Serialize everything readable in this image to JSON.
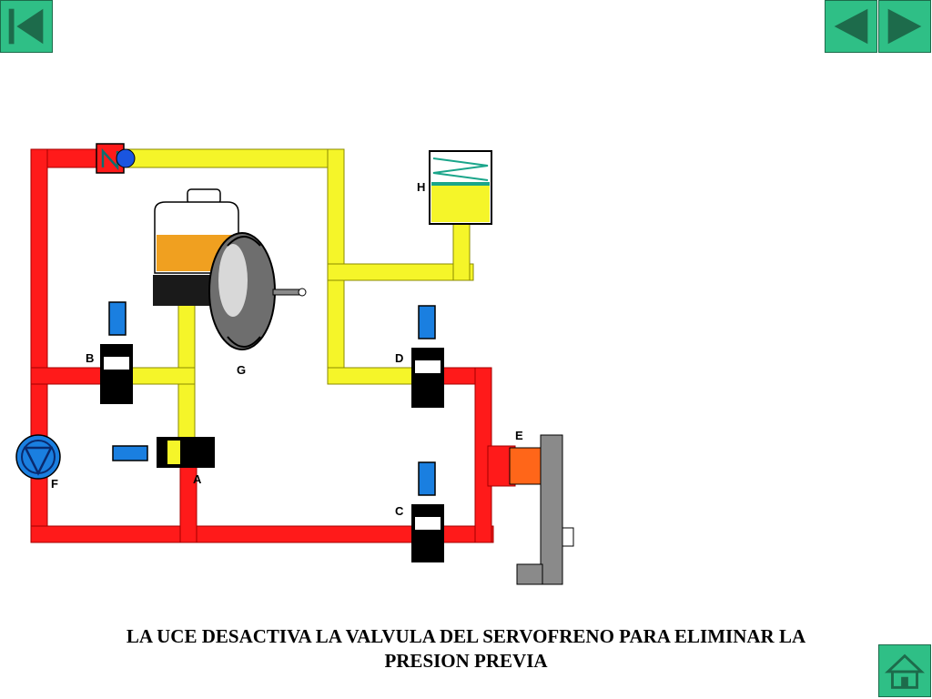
{
  "nav": {
    "first_icon": "first-slide-icon",
    "prev_icon": "previous-slide-icon",
    "next_icon": "next-slide-icon",
    "home_icon": "home-icon"
  },
  "diagram": {
    "labels": {
      "a": "A",
      "b": "B",
      "c": "C",
      "d": "D",
      "e": "E",
      "f": "F",
      "g": "G",
      "h": "H"
    },
    "colors": {
      "high_pressure": "#ff1a1a",
      "low_pressure": "#f5f529",
      "valve_actuator": "#1a7fe0",
      "pump": "#1a7fe0",
      "caliper": "#ff6619",
      "disc": "#8a8a8a",
      "nav_button": "#2fbf86"
    }
  },
  "caption": {
    "line1": "LA UCE DESACTIVA LA VALVULA DEL SERVOFRENO PARA ELIMINAR LA",
    "line2": "PRESION PREVIA"
  }
}
